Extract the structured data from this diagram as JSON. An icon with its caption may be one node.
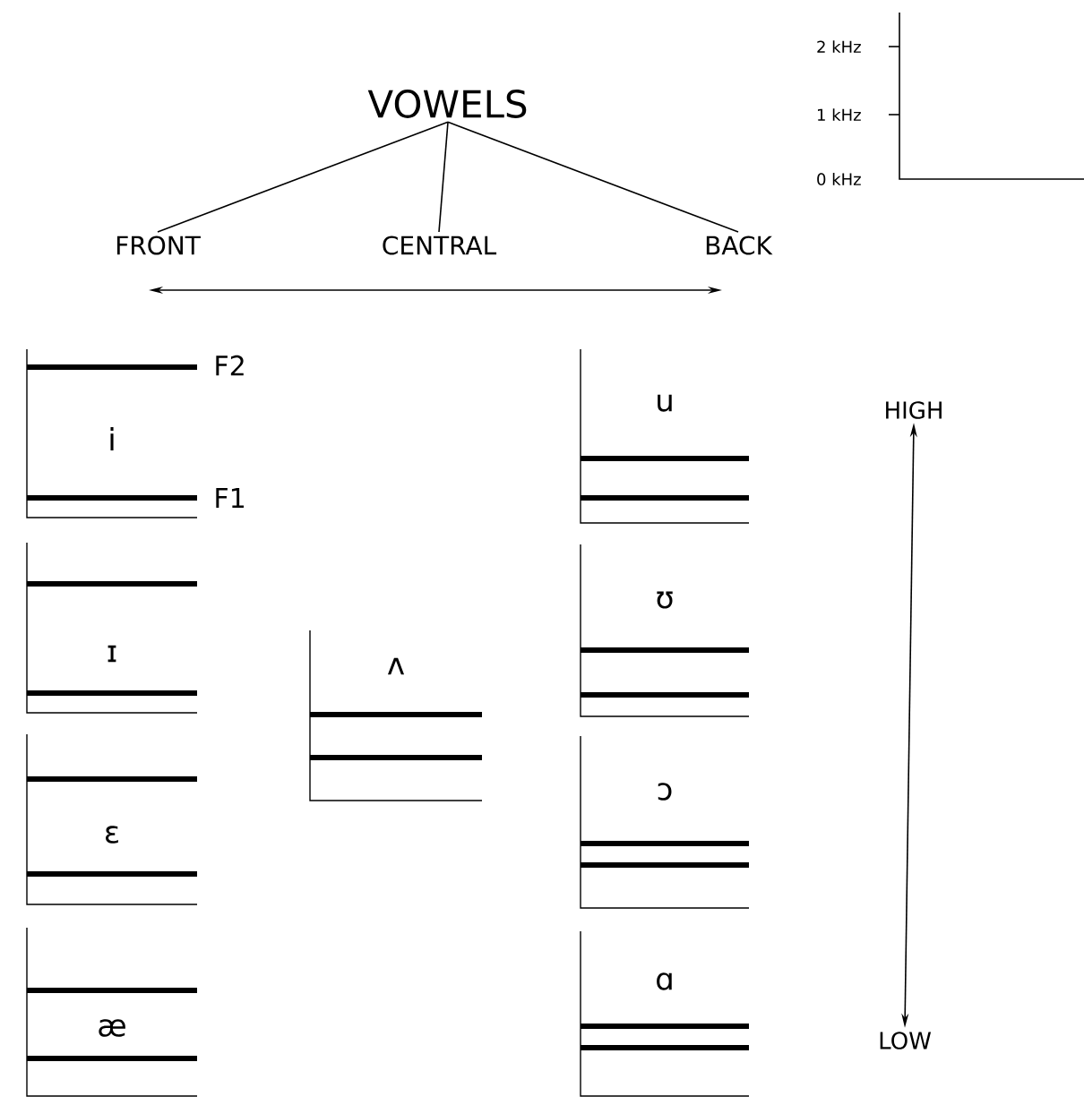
{
  "diagram": {
    "nodes": [
      {
        "text": [
          "VOWELS"
        ]
      },
      {
        "text": [
          "FRONT"
        ]
      },
      {
        "text": [
          "CENTRAL"
        ]
      },
      {
        "text": [
          "BACK"
        ]
      },
      {
        "text": [
          "i"
        ]
      },
      {
        "text": [
          "ɪ"
        ]
      },
      {
        "text": [
          "ɛ"
        ]
      },
      {
        "text": [
          "æ"
        ]
      },
      {
        "text": [
          "ʌ"
        ]
      },
      {
        "text": [
          "u"
        ]
      },
      {
        "text": [
          "ʊ"
        ]
      },
      {
        "text": [
          "ɔ"
        ]
      },
      {
        "text": [
          "ɑ"
        ]
      },
      {
        "text": [
          "HIGH"
        ]
      },
      {
        "text": [
          "LOW"
        ]
      }
    ],
    "edges": [
      {
        "from": 0,
        "to": 1,
        "arrow": "none"
      },
      {
        "from": 0,
        "to": 2,
        "arrow": "none"
      },
      {
        "from": 0,
        "to": 3,
        "arrow": "none"
      },
      {
        "from": 13,
        "to": 14,
        "arrow": "both"
      }
    ],
    "labels": [
      "2 kHz",
      "1 kHz",
      "0 kHz",
      "F2",
      "F1"
    ]
  }
}
